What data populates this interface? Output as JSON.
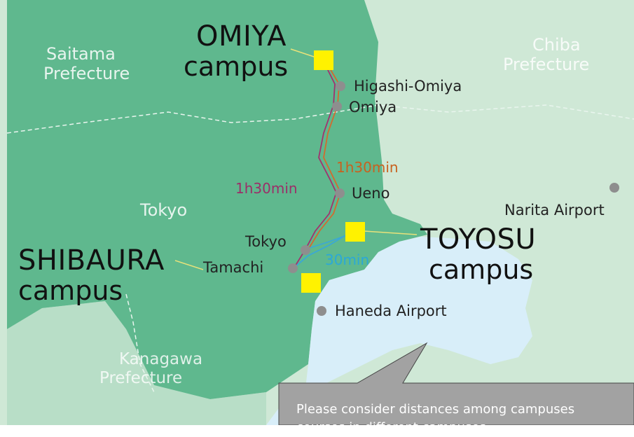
{
  "regions": {
    "saitama": [
      "Saitama",
      "Prefecture"
    ],
    "chiba": [
      "Chiba",
      "Prefecture"
    ],
    "tokyo": "Tokyo",
    "kanagawa": [
      "Kanagawa",
      "Prefecture"
    ]
  },
  "campuses": {
    "omiya": [
      "OMIYA",
      "campus"
    ],
    "toyosu": [
      "TOYOSU",
      "campus"
    ],
    "shibaura": [
      "SHIBAURA",
      "campus"
    ]
  },
  "stations": {
    "higashi_omiya": "Higashi-Omiya",
    "omiya": "Omiya",
    "ueno": "Ueno",
    "tokyo": "Tokyo",
    "tamachi": "Tamachi",
    "haneda": "Haneda Airport",
    "narita": "Narita Airport"
  },
  "travel_times": {
    "omiya_shibaura": "1h30min",
    "omiya_toyosu": "1h30min",
    "shibaura_toyosu": "30min"
  },
  "callout": {
    "line1": "Please consider distances among campuses",
    "line2": "courses in different campuses."
  },
  "colors": {
    "land_light": "#cfe8d6",
    "land_dark": "#5fb88e",
    "water": "#d8eef9",
    "campus_marker": "#fff200",
    "station_dot": "#8e8e8e",
    "route_purple": "#a2316f",
    "route_orange": "#d26b2e",
    "route_blue": "#3aa7d8",
    "time_purple": "#9b2f69",
    "time_orange": "#c8621f",
    "time_blue": "#2ba8d8",
    "callout_bg": "#a2a2a2"
  }
}
